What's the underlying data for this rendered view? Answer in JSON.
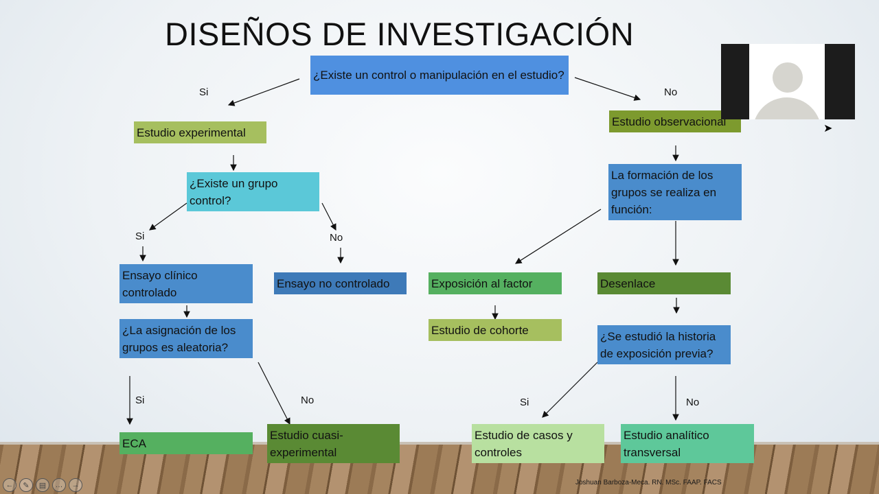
{
  "title": "DISEÑOS DE INVESTIGACIÓN",
  "boxes": {
    "q_control": "¿Existe un control o manipulación en el estudio?",
    "experimental": "Estudio experimental",
    "observacional": "Estudio observacional",
    "q_grupo": "¿Existe un grupo control?",
    "q_formacion": "La formación de los grupos se realiza en función:",
    "ensayo_controlado": "Ensayo clínico controlado",
    "ensayo_no_controlado": "Ensayo no controlado",
    "exposicion": "Exposición al factor",
    "desenlace": "Desenlace",
    "q_aleatoria": "¿La asignación de los grupos es aleatoria?",
    "cohorte": "Estudio de cohorte",
    "q_historia": "¿Se estudió la historia de exposición previa?",
    "eca": "ECA",
    "cuasi": "Estudio cuasi-experimental",
    "casos": "Estudio de casos y controles",
    "transversal": "Estudio analítico transversal"
  },
  "labels": {
    "si": "Si",
    "no": "No"
  },
  "author": "Joshuan Barboza-Meca. RN. MSc. FAAP. FACS",
  "colors": {
    "blue": "#4f90e0",
    "mid_blue": "#4a8ccc",
    "cyan": "#5bc8d8",
    "lime": "#a6bf5f",
    "olive": "#7d9a2e",
    "green": "#55b060",
    "dark_green": "#5a8a34",
    "light_green": "#b8e0a0",
    "teal": "#5ec89a"
  }
}
